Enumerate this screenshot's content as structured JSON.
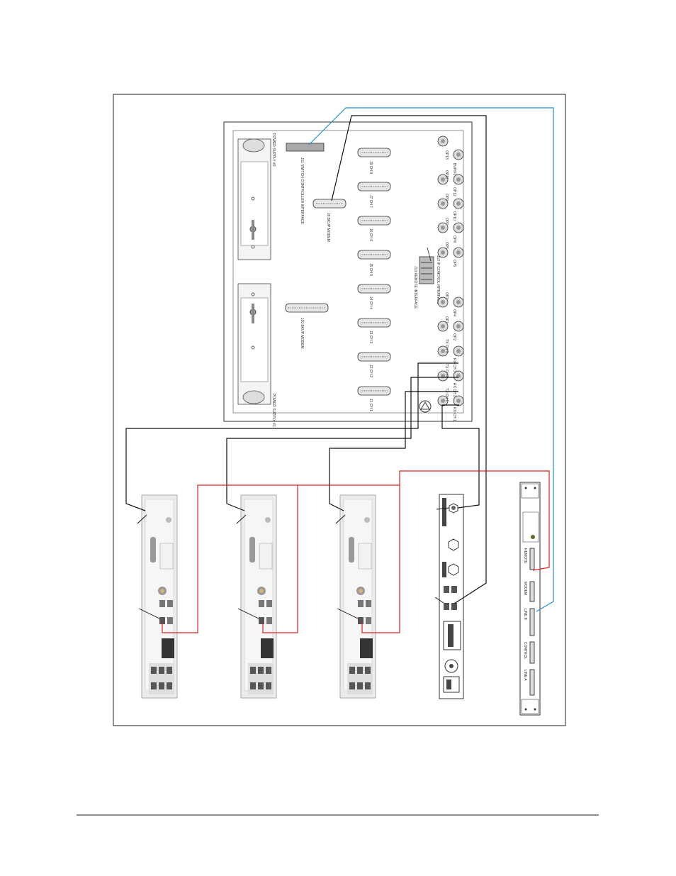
{
  "chassis": {
    "power_supplies": [
      {
        "label": "POWER SUPPLY #2"
      },
      {
        "label": "POWER SUPPLY #1"
      }
    ],
    "connectors": [
      {
        "label": "J11 SWITCH CONTROLLER INTERFACE"
      },
      {
        "label": "J9 CH 8"
      },
      {
        "label": "J7 CH 7"
      },
      {
        "label": "J8 BKUP MODEM"
      },
      {
        "label": "J6 CH 6"
      },
      {
        "label": "J5 CH 5"
      },
      {
        "label": "J4 CH 4"
      },
      {
        "label": "J10 BKUP MODEM"
      },
      {
        "label": "J3 CH 3"
      },
      {
        "label": "J2 CH 2"
      },
      {
        "label": "J1 CH 1"
      },
      {
        "label": "J13 REMOTE INTERFACE"
      },
      {
        "label": "J12 IF CONTROL INTERFACE"
      }
    ],
    "rf_ports": [
      {
        "top": "OP13",
        "bottom": "BUPIF2"
      },
      {
        "top": "OP11",
        "bottom": "OP12"
      },
      {
        "top": "OP9",
        "bottom": "OP10"
      },
      {
        "top": "OP7",
        "bottom": "OP8"
      },
      {
        "top": "OP5",
        "bottom": "OP6"
      },
      {
        "top": "OP3",
        "bottom": "OP4"
      },
      {
        "top": "OP1",
        "bottom": "OP2"
      },
      {
        "top": "TX CH 3",
        "bottom": "RX CH 3"
      },
      {
        "top": "TX CH 2",
        "bottom": "RX CH 2"
      },
      {
        "top": "TX CH 1",
        "bottom": "RX CH 1"
      }
    ]
  },
  "controller": {
    "labels": [
      "REMOTE",
      "MODEM",
      "LINE B",
      "CONTROL",
      "LINE A"
    ]
  }
}
